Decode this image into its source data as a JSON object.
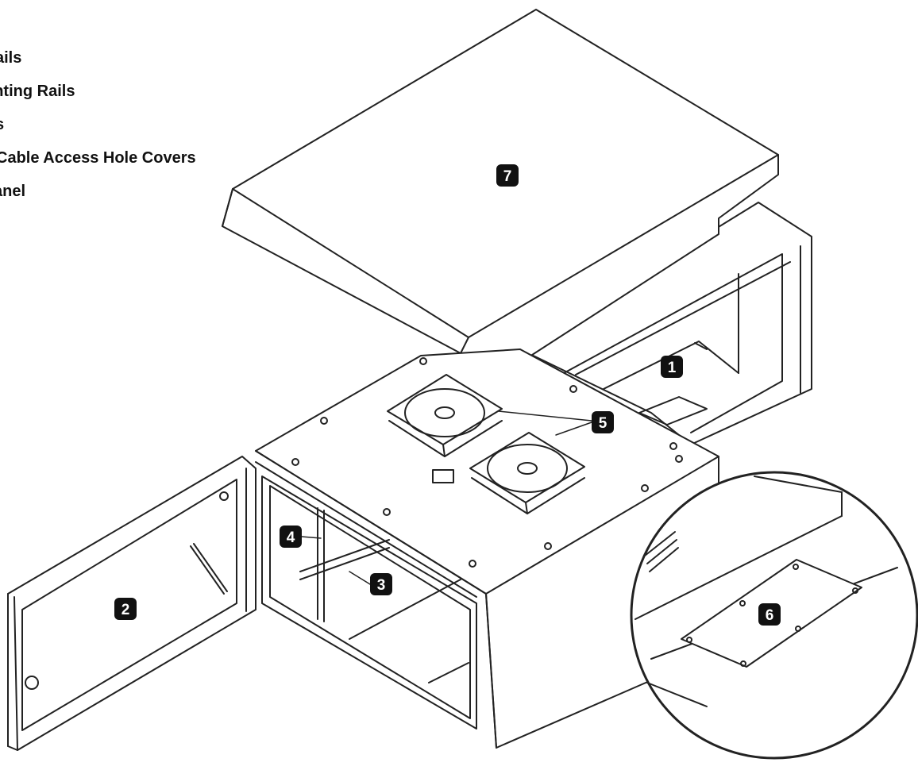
{
  "legend": [
    "ails",
    "unting Rails",
    "s",
    "Cable Access Hole Covers",
    "anel"
  ],
  "callouts": [
    "1",
    "2",
    "3",
    "4",
    "5",
    "6",
    "7"
  ]
}
